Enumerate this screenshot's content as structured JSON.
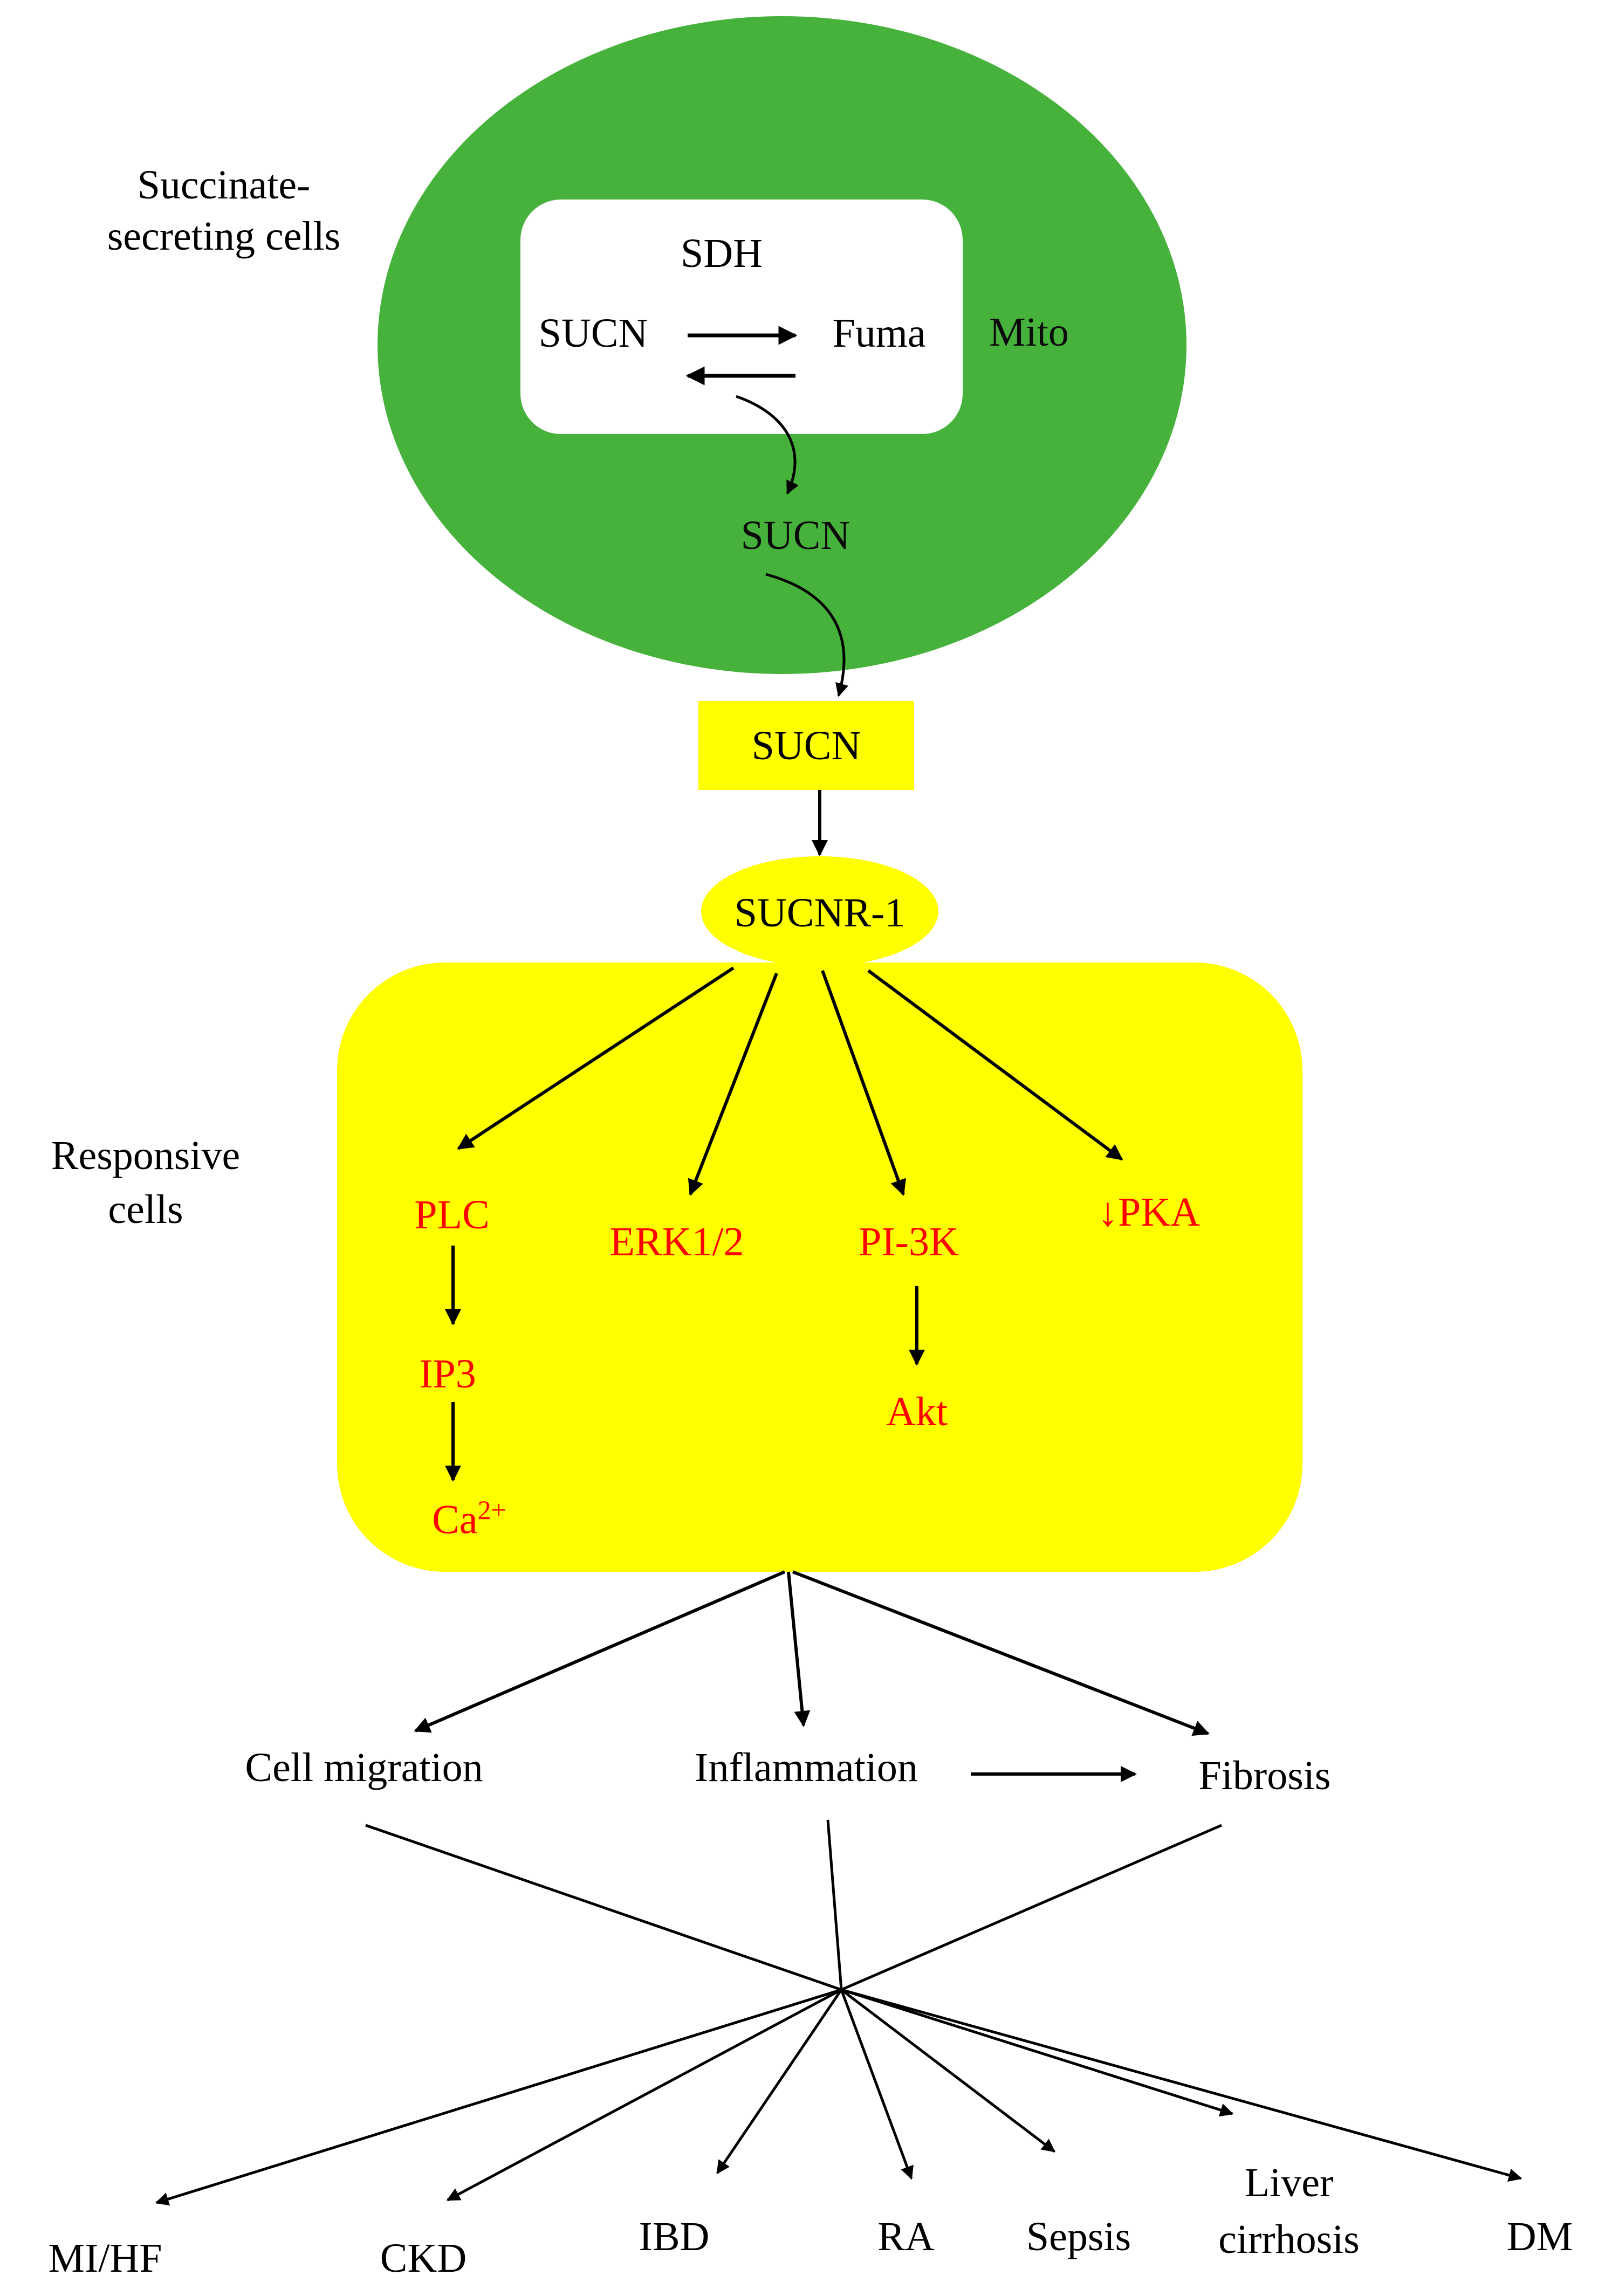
{
  "colors": {
    "mito_green": "#46b23c",
    "signal_yellow": "#ffff00",
    "pathway_red": "#ff0000",
    "line_black": "#000000"
  },
  "succinate_cell": {
    "label_line1": "Succinate-",
    "label_line2": "secreting cells",
    "enzyme": "SDH",
    "substrate": "SUCN",
    "product": "Fuma",
    "organelle": "Mito",
    "cytosol_metabolite": "SUCN"
  },
  "extracellular_metabolite": "SUCN",
  "receptor": "SUCNR-1",
  "responsive_cell": {
    "label_line1": "Responsive",
    "label_line2": "cells",
    "pathways": {
      "plc": "PLC",
      "ip3": "IP3",
      "calcium": "Ca",
      "calcium_charge": "2+",
      "erk": "ERK1/2",
      "pi3k": "PI-3K",
      "akt": "Akt",
      "pka": "↓PKA"
    }
  },
  "outcomes": {
    "cell_migration": "Cell migration",
    "inflammation": "Inflammation",
    "fibrosis": "Fibrosis"
  },
  "diseases": {
    "mi_hf": "MI/HF",
    "ckd": "CKD",
    "ibd": "IBD",
    "ra": "RA",
    "sepsis": "Sepsis",
    "liver_line1": "Liver",
    "liver_line2": "cirrhosis",
    "dm": "DM"
  }
}
